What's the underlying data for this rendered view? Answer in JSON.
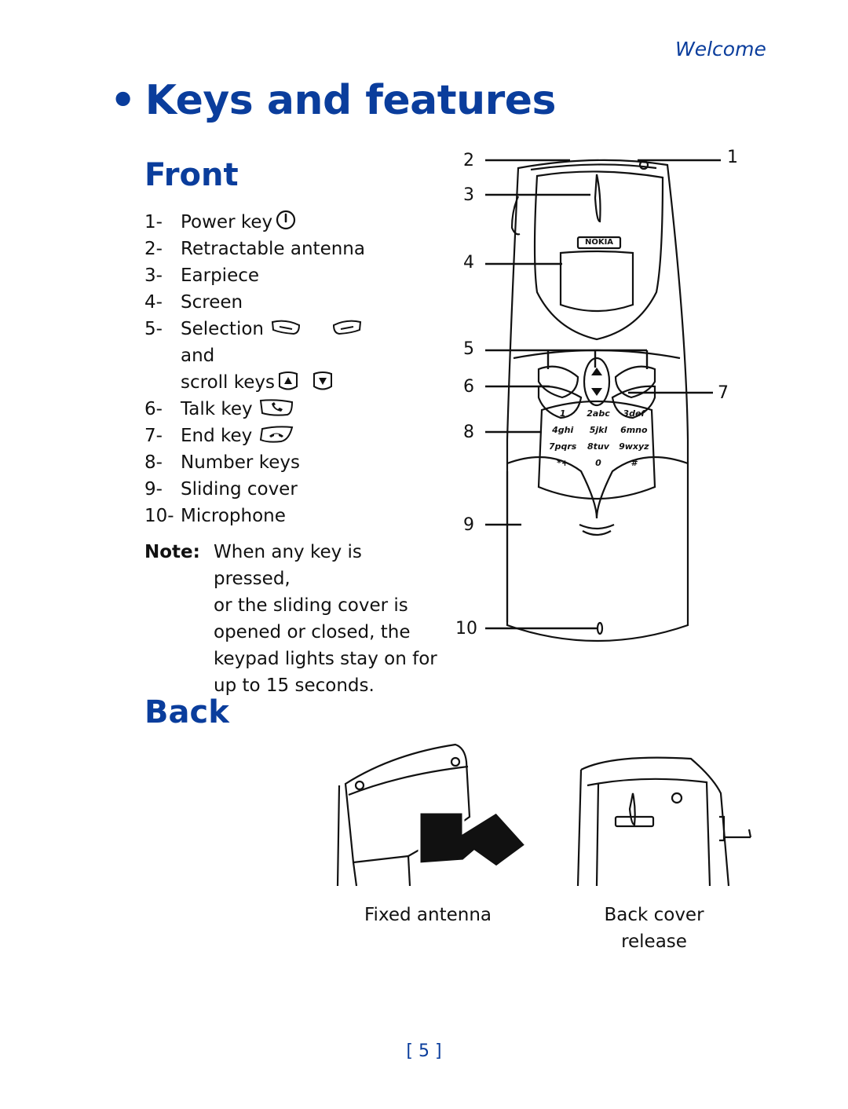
{
  "header": {
    "running_head": "Welcome"
  },
  "page": {
    "bullet": "•",
    "title": "Keys and features"
  },
  "front": {
    "heading": "Front",
    "keys": [
      {
        "num": "1-",
        "label": "Power key"
      },
      {
        "num": "2-",
        "label": "Retractable antenna"
      },
      {
        "num": "3-",
        "label": "Earpiece"
      },
      {
        "num": "4-",
        "label": "Screen"
      },
      {
        "num": "5-",
        "label": "Selection"
      },
      {
        "num": "",
        "label": "and"
      },
      {
        "num": "",
        "label": "scroll keys"
      },
      {
        "num": "6-",
        "label": "Talk key"
      },
      {
        "num": "7-",
        "label": "End key"
      },
      {
        "num": "8-",
        "label": "Number keys"
      },
      {
        "num": "9-",
        "label": "Sliding cover"
      },
      {
        "num": "10-",
        "label": "Microphone"
      }
    ],
    "note": {
      "label": "Note:",
      "lines": [
        "When any key is pressed,",
        "or the sliding cover is",
        "opened or closed, the",
        "keypad lights stay on for",
        "up to 15 seconds."
      ]
    },
    "callouts": [
      "1",
      "2",
      "3",
      "4",
      "5",
      "6",
      "7",
      "8",
      "9",
      "10"
    ],
    "brand": "NOKIA",
    "keypad": [
      "1",
      "2abc",
      "3def",
      "4ghi",
      "5jkl",
      "6mno",
      "7pqrs",
      "8tuv",
      "9wxyz",
      "*+",
      "0",
      "#"
    ]
  },
  "back": {
    "heading": "Back",
    "captions": {
      "fixed_antenna": "Fixed antenna",
      "back_cover_line1": "Back cover",
      "back_cover_line2": "release"
    }
  },
  "footer": {
    "page_number": "[ 5 ]"
  },
  "colors": {
    "heading_blue": "#0a3d9c",
    "ink": "#111111"
  }
}
